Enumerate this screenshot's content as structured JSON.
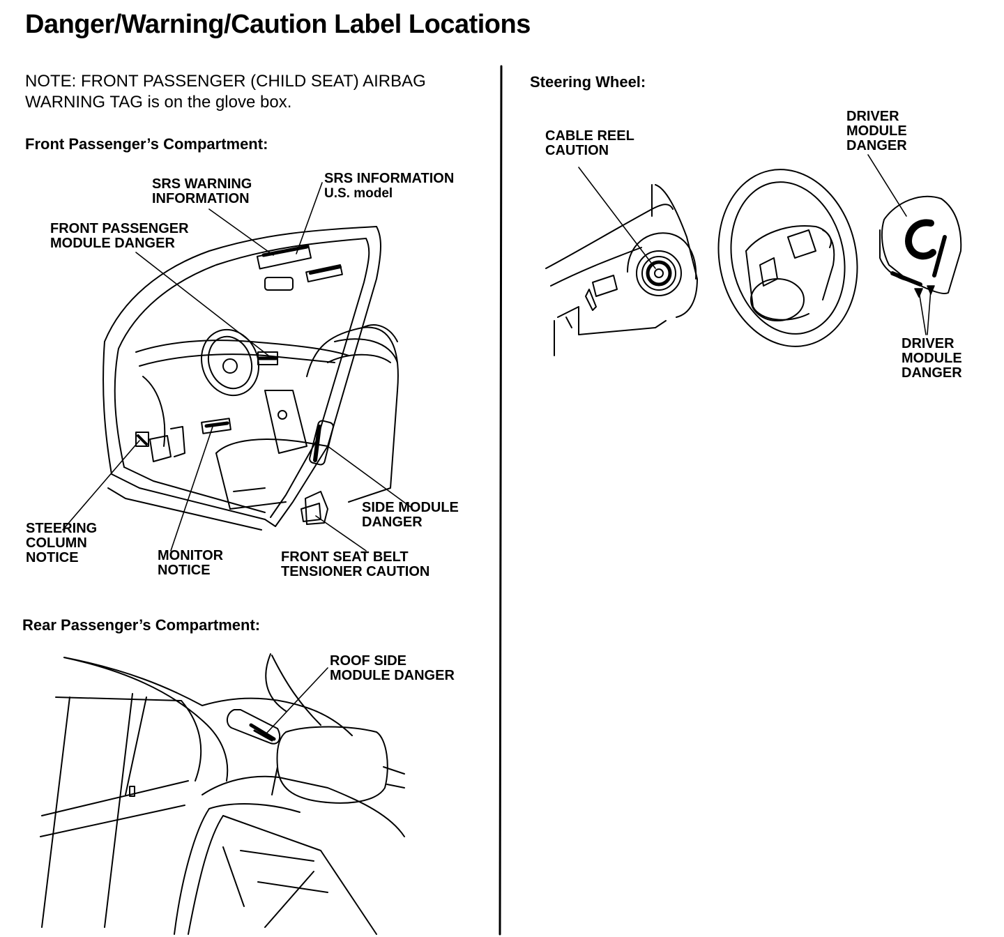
{
  "title": "Danger/Warning/Caution Label Locations",
  "note": {
    "line1": "NOTE: FRONT PASSENGER (CHILD SEAT) AIRBAG",
    "line2": "WARNING TAG is on the glove box."
  },
  "sections": {
    "front": "Front Passenger’s Compartment:",
    "rear": "Rear Passenger’s Compartment:",
    "steering": "Steering Wheel:"
  },
  "labels": {
    "srs_warning": [
      "SRS WARNING",
      "INFORMATION"
    ],
    "srs_information": [
      "SRS INFORMATION",
      "U.S. model"
    ],
    "front_passenger_module": [
      "FRONT PASSENGER",
      "MODULE DANGER"
    ],
    "side_module": [
      "SIDE MODULE",
      "DANGER"
    ],
    "steering_column": [
      "STEERING",
      "COLUMN",
      "NOTICE"
    ],
    "monitor": [
      "MONITOR",
      "NOTICE"
    ],
    "seat_belt": [
      "FRONT SEAT BELT",
      "TENSIONER CAUTION"
    ],
    "roof_side": [
      "ROOF SIDE",
      "MODULE DANGER"
    ],
    "cable_reel": [
      "CABLE REEL",
      "CAUTION"
    ],
    "driver_module_top": [
      "DRIVER",
      "MODULE",
      "DANGER"
    ],
    "driver_module_bottom": [
      "DRIVER",
      "MODULE",
      "DANGER"
    ]
  }
}
